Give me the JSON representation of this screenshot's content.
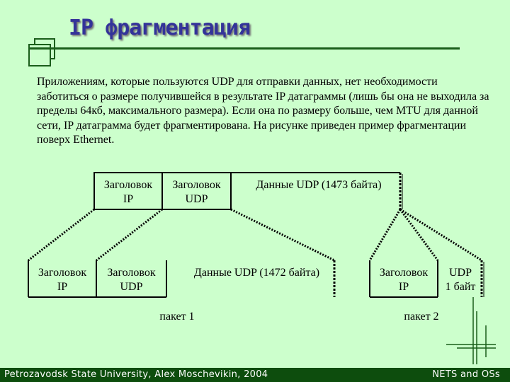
{
  "slide": {
    "title": "IP фрагментация",
    "paragraph": "Приложениям, которые пользуются UDP для отправки данных,  нет необходимости заботиться о размере получившейся в результате IP датаграммы (лишь бы она не выходила за пределы 64кб, максимального размера). Если она по размеру больше, чем MTU для данной сети, IP датаграмма будет фрагментирована. На рисунке приведен пример фрагментации поверх Ethernet."
  },
  "original_datagram": {
    "ip_header": [
      "Заголовок",
      "IP"
    ],
    "udp_header": [
      "Заголовок",
      "UDP"
    ],
    "data": "Данные UDP (1473 байта)"
  },
  "fragment1": {
    "ip_header": [
      "Заголовок",
      "IP"
    ],
    "udp_header": [
      "Заголовок",
      "UDP"
    ],
    "data": "Данные UDP (1472 байта)",
    "label": "пакет 1"
  },
  "fragment2": {
    "ip_header": [
      "Заголовок",
      "IP"
    ],
    "data": [
      "UDP",
      "1 байт"
    ],
    "label": "пакет 2"
  },
  "footer": {
    "left": "Petrozavodsk State University, Alex Moschevikin, 2004",
    "right": "NETS and OSs"
  },
  "colors": {
    "background": "#ccffcc",
    "title": "#333399",
    "accent_dark_green": "#0d4d0d"
  }
}
